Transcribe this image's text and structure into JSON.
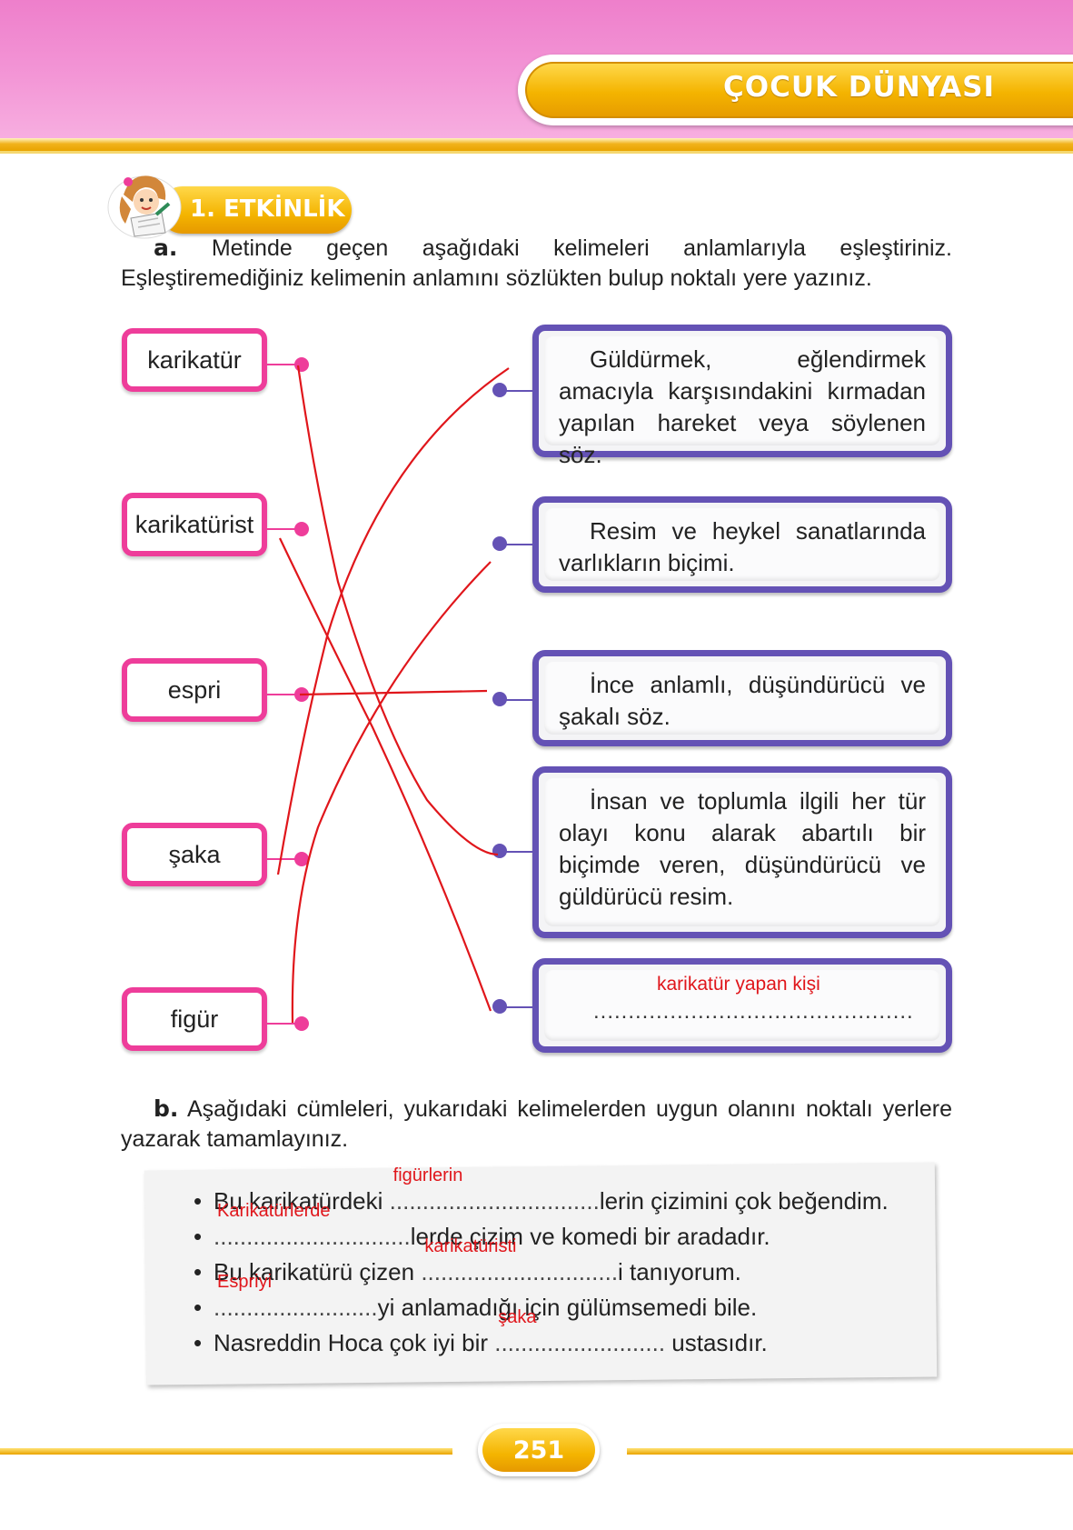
{
  "header": {
    "section_title": "ÇOCUK DÜNYASI"
  },
  "activity": {
    "title": "1. ETKİNLİK"
  },
  "part_a": {
    "label": "a.",
    "instruction": "Metinde geçen aşağıdaki kelimeleri anlamlarıyla eşleştiriniz. Eşleştiremediğiniz kelimenin anlamını sözlükten bulup noktalı yere yazınız."
  },
  "words": [
    "karikatür",
    "karikatürist",
    "espri",
    "şaka",
    "figür"
  ],
  "definitions": [
    "Güldürmek, eğlendirmek amacıyla karşısındakini kırmadan yapılan hareket veya söylenen söz.",
    "Resim ve heykel sanatlarında varlıkların biçimi.",
    "İnce anlamlı, düşündürücü ve şakalı söz.",
    "İnsan ve toplumla ilgili her tür olayı konu alarak abartılı bir biçimde veren, düşündürücü ve güldürücü resim.",
    ""
  ],
  "handwritten_definition": "karikatür yapan kişi",
  "dotted_line": "..............................................",
  "part_b": {
    "label": "b.",
    "instruction": "Aşağıdaki cümleleri, yukarıdaki kelimelerden uygun olanını noktalı yerlere yazarak tamamlayınız."
  },
  "sentences": [
    {
      "before": "Bu karikatürdeki ",
      "dots": "................................",
      "after": "lerin çizimini çok beğendim.",
      "answer": "figürlerin"
    },
    {
      "before": "",
      "dots": "..............................",
      "after": "lerde çizim ve komedi bir aradadır.",
      "answer": "Karikatürlerde"
    },
    {
      "before": "Bu karikatürü çizen ",
      "dots": "..............................",
      "after": "i tanıyorum.",
      "answer": "karikatüristi"
    },
    {
      "before": "",
      "dots": ".........................",
      "after": "yi anlamadığı için gülümsemedi bile.",
      "answer": "Espriyi"
    },
    {
      "before": "Nasreddin Hoca çok iyi bir ",
      "dots": "..........................",
      "after": " ustasıdır.",
      "answer": "şaka"
    }
  ],
  "page_number": "251",
  "colors": {
    "pink": "#ee3d9a",
    "purple": "#6452b5",
    "gold": "#f4b400",
    "ink": "#e0161b"
  }
}
